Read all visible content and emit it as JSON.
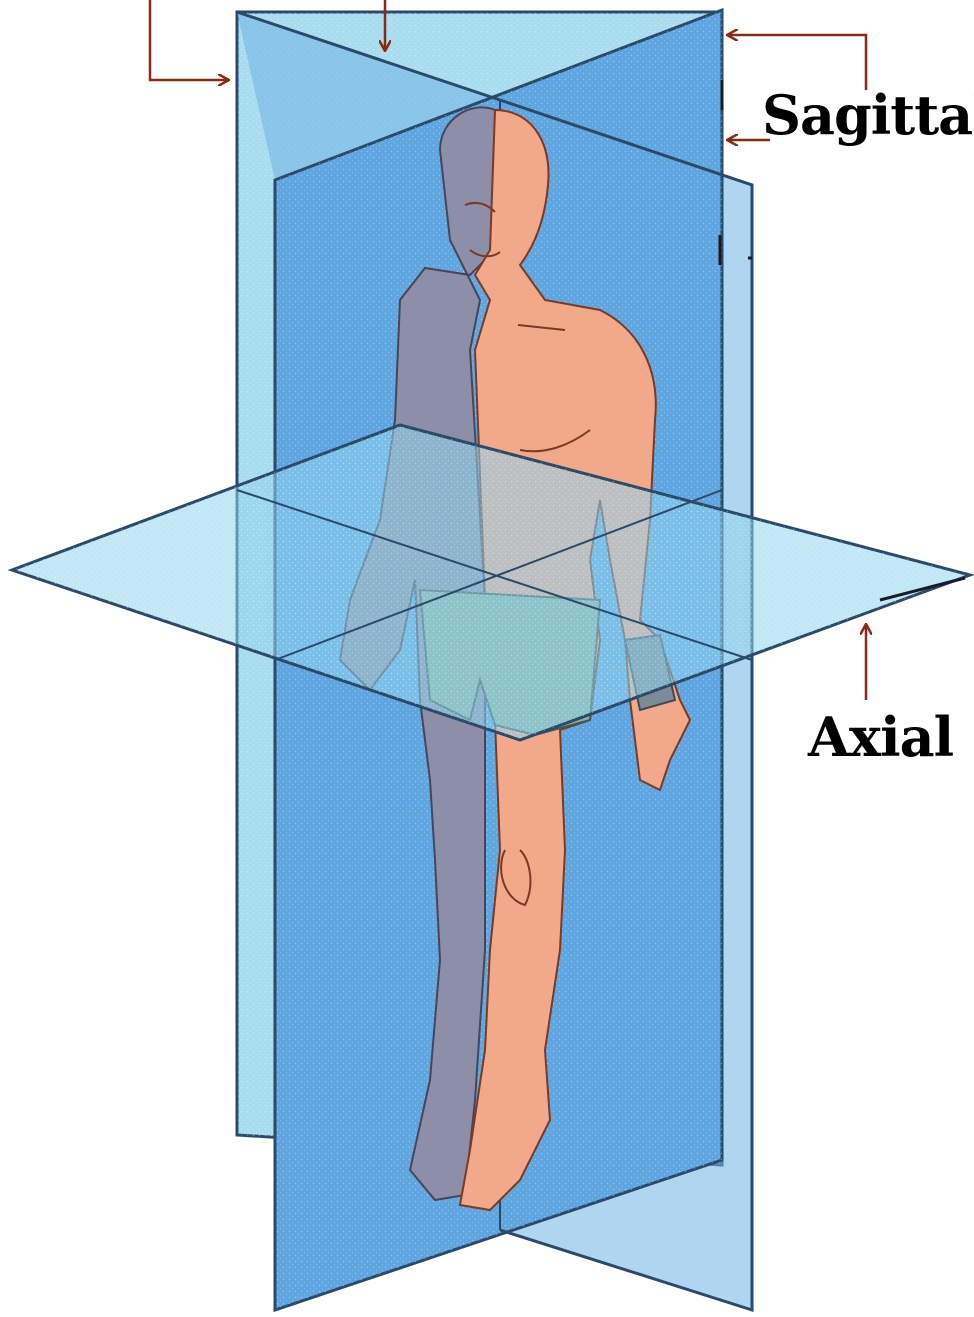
{
  "diagram": {
    "labels": {
      "sagittal": "Sagittal",
      "axial": "Axial"
    },
    "colors": {
      "coronal_plane": "#a8dcee",
      "sagittal_plane": "#5fa6e0",
      "axial_plane": "#8fd3ec",
      "plane_edge": "#2a4a6a",
      "skin": "#f2a98a",
      "skin_shadow": "#d9826a",
      "shaded_half": "#8d8fa8",
      "shorts": "#8fb0a0",
      "pointer_arrow": "#8b2a14"
    },
    "icons": [
      "human-figure",
      "pointer-arrow"
    ]
  }
}
